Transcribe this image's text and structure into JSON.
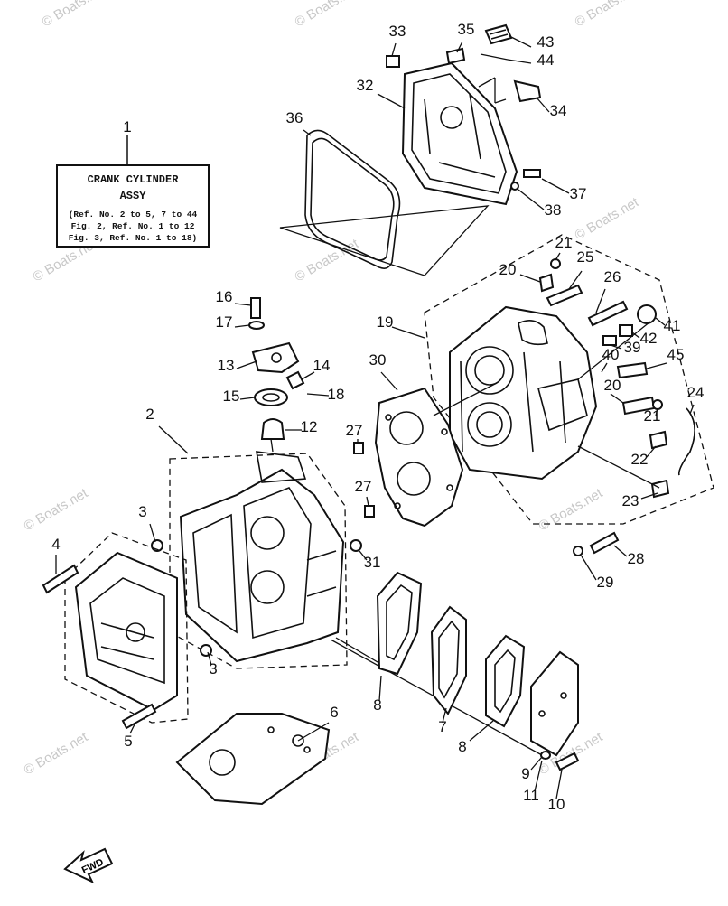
{
  "watermark": "© Boats.net",
  "info_box": {
    "title_line1": "CRANK CYLINDER",
    "title_line2": "ASSY",
    "ref_line1": "(Ref. No. 2 to 5, 7 to 44",
    "ref_line2": "Fig. 2, Ref. No. 1 to 12",
    "ref_line3": "Fig. 3, Ref. No. 1 to 18)"
  },
  "fwd_label": "FWD",
  "callouts": [
    {
      "id": "c1",
      "text": "1"
    },
    {
      "id": "c2",
      "text": "2"
    },
    {
      "id": "c3a",
      "text": "3"
    },
    {
      "id": "c3b",
      "text": "3"
    },
    {
      "id": "c4",
      "text": "4"
    },
    {
      "id": "c5",
      "text": "5"
    },
    {
      "id": "c6",
      "text": "6"
    },
    {
      "id": "c7",
      "text": "7"
    },
    {
      "id": "c8a",
      "text": "8"
    },
    {
      "id": "c8b",
      "text": "8"
    },
    {
      "id": "c9",
      "text": "9"
    },
    {
      "id": "c10",
      "text": "10"
    },
    {
      "id": "c11",
      "text": "11"
    },
    {
      "id": "c12",
      "text": "12"
    },
    {
      "id": "c13",
      "text": "13"
    },
    {
      "id": "c14",
      "text": "14"
    },
    {
      "id": "c15",
      "text": "15"
    },
    {
      "id": "c16",
      "text": "16"
    },
    {
      "id": "c17",
      "text": "17"
    },
    {
      "id": "c18",
      "text": "18"
    },
    {
      "id": "c19",
      "text": "19"
    },
    {
      "id": "c20a",
      "text": "20"
    },
    {
      "id": "c20b",
      "text": "20"
    },
    {
      "id": "c21a",
      "text": "21"
    },
    {
      "id": "c21b",
      "text": "21"
    },
    {
      "id": "c22",
      "text": "22"
    },
    {
      "id": "c23",
      "text": "23"
    },
    {
      "id": "c24",
      "text": "24"
    },
    {
      "id": "c25",
      "text": "25"
    },
    {
      "id": "c26",
      "text": "26"
    },
    {
      "id": "c27a",
      "text": "27"
    },
    {
      "id": "c27b",
      "text": "27"
    },
    {
      "id": "c28",
      "text": "28"
    },
    {
      "id": "c29",
      "text": "29"
    },
    {
      "id": "c30",
      "text": "30"
    },
    {
      "id": "c31",
      "text": "31"
    },
    {
      "id": "c32",
      "text": "32"
    },
    {
      "id": "c33",
      "text": "33"
    },
    {
      "id": "c34",
      "text": "34"
    },
    {
      "id": "c35",
      "text": "35"
    },
    {
      "id": "c36",
      "text": "36"
    },
    {
      "id": "c37",
      "text": "37"
    },
    {
      "id": "c38",
      "text": "38"
    },
    {
      "id": "c39",
      "text": "39"
    },
    {
      "id": "c40",
      "text": "40"
    },
    {
      "id": "c41",
      "text": "41"
    },
    {
      "id": "c42",
      "text": "42"
    },
    {
      "id": "c43",
      "text": "43"
    },
    {
      "id": "c44",
      "text": "44"
    },
    {
      "id": "c45",
      "text": "45"
    }
  ]
}
